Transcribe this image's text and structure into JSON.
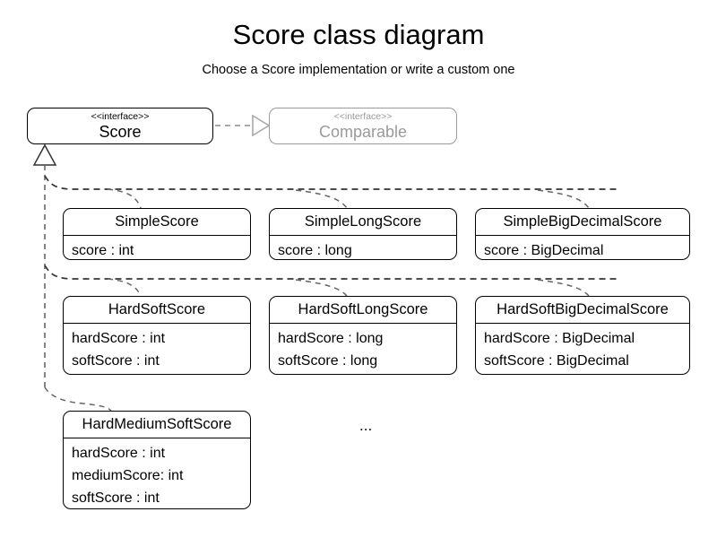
{
  "header": {
    "title": "Score class diagram",
    "subtitle": "Choose a Score implementation or write a custom one"
  },
  "stereotype_label": "<<interface>>",
  "ellipsis": "...",
  "colors": {
    "stroke": "#000000",
    "muted_stroke": "#9a9a9a",
    "muted_text": "#9a9a9a",
    "background": "#ffffff",
    "connector": "#555555"
  },
  "interfaces": [
    {
      "id": "score",
      "stereotype": "<<interface>>",
      "name": "Score",
      "muted": false
    },
    {
      "id": "comparable",
      "stereotype": "<<interface>>",
      "name": "Comparable",
      "muted": true
    }
  ],
  "classes": [
    {
      "id": "simple-score",
      "name": "SimpleScore",
      "attributes": [
        "score : int"
      ]
    },
    {
      "id": "simple-long-score",
      "name": "SimpleLongScore",
      "attributes": [
        "score : long"
      ]
    },
    {
      "id": "simple-big-decimal-score",
      "name": "SimpleBigDecimalScore",
      "attributes": [
        "score : BigDecimal"
      ]
    },
    {
      "id": "hard-soft-score",
      "name": "HardSoftScore",
      "attributes": [
        "hardScore : int",
        "softScore : int"
      ]
    },
    {
      "id": "hard-soft-long-score",
      "name": "HardSoftLongScore",
      "attributes": [
        "hardScore : long",
        "softScore : long"
      ]
    },
    {
      "id": "hard-soft-big-decimal-score",
      "name": "HardSoftBigDecimalScore",
      "attributes": [
        "hardScore : BigDecimal",
        "softScore : BigDecimal"
      ]
    },
    {
      "id": "hard-medium-soft-score",
      "name": "HardMediumSoftScore",
      "attributes": [
        "hardScore : int",
        "mediumScore: int",
        "softScore : int"
      ]
    }
  ],
  "relationships": [
    {
      "type": "realization",
      "from": "Score",
      "to": "Comparable"
    },
    {
      "type": "generalization",
      "from": "SimpleScore",
      "to": "Score"
    },
    {
      "type": "generalization",
      "from": "SimpleLongScore",
      "to": "Score"
    },
    {
      "type": "generalization",
      "from": "SimpleBigDecimalScore",
      "to": "Score"
    },
    {
      "type": "generalization",
      "from": "HardSoftScore",
      "to": "Score"
    },
    {
      "type": "generalization",
      "from": "HardSoftLongScore",
      "to": "Score"
    },
    {
      "type": "generalization",
      "from": "HardSoftBigDecimalScore",
      "to": "Score"
    },
    {
      "type": "generalization",
      "from": "HardMediumSoftScore",
      "to": "Score"
    }
  ]
}
